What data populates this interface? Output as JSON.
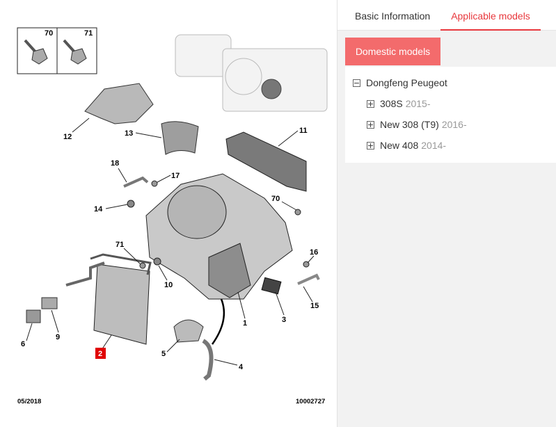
{
  "diagram": {
    "part_labels": [
      "70",
      "71",
      "12",
      "13",
      "11",
      "18",
      "17",
      "14",
      "70",
      "71",
      "10",
      "16",
      "15",
      "1",
      "3",
      "6",
      "9",
      "2",
      "5",
      "4"
    ],
    "date": "05/2018",
    "diagram_id": "10002727"
  },
  "tabs": [
    {
      "label": "Basic Information",
      "active": false
    },
    {
      "label": "Applicable models",
      "active": true
    }
  ],
  "region_button": "Domestic models",
  "tree": {
    "brand": "Dongfeng Peugeot",
    "models": [
      {
        "name": "308S",
        "year": "2015-"
      },
      {
        "name": "New 308 (T9)",
        "year": "2016-"
      },
      {
        "name": "New 408",
        "year": "2014-"
      }
    ]
  },
  "colors": {
    "accent": "#e8383d",
    "button_bg": "#f36b6c",
    "panel_bg": "#f2f2f2",
    "highlight_label": "#e00000"
  }
}
